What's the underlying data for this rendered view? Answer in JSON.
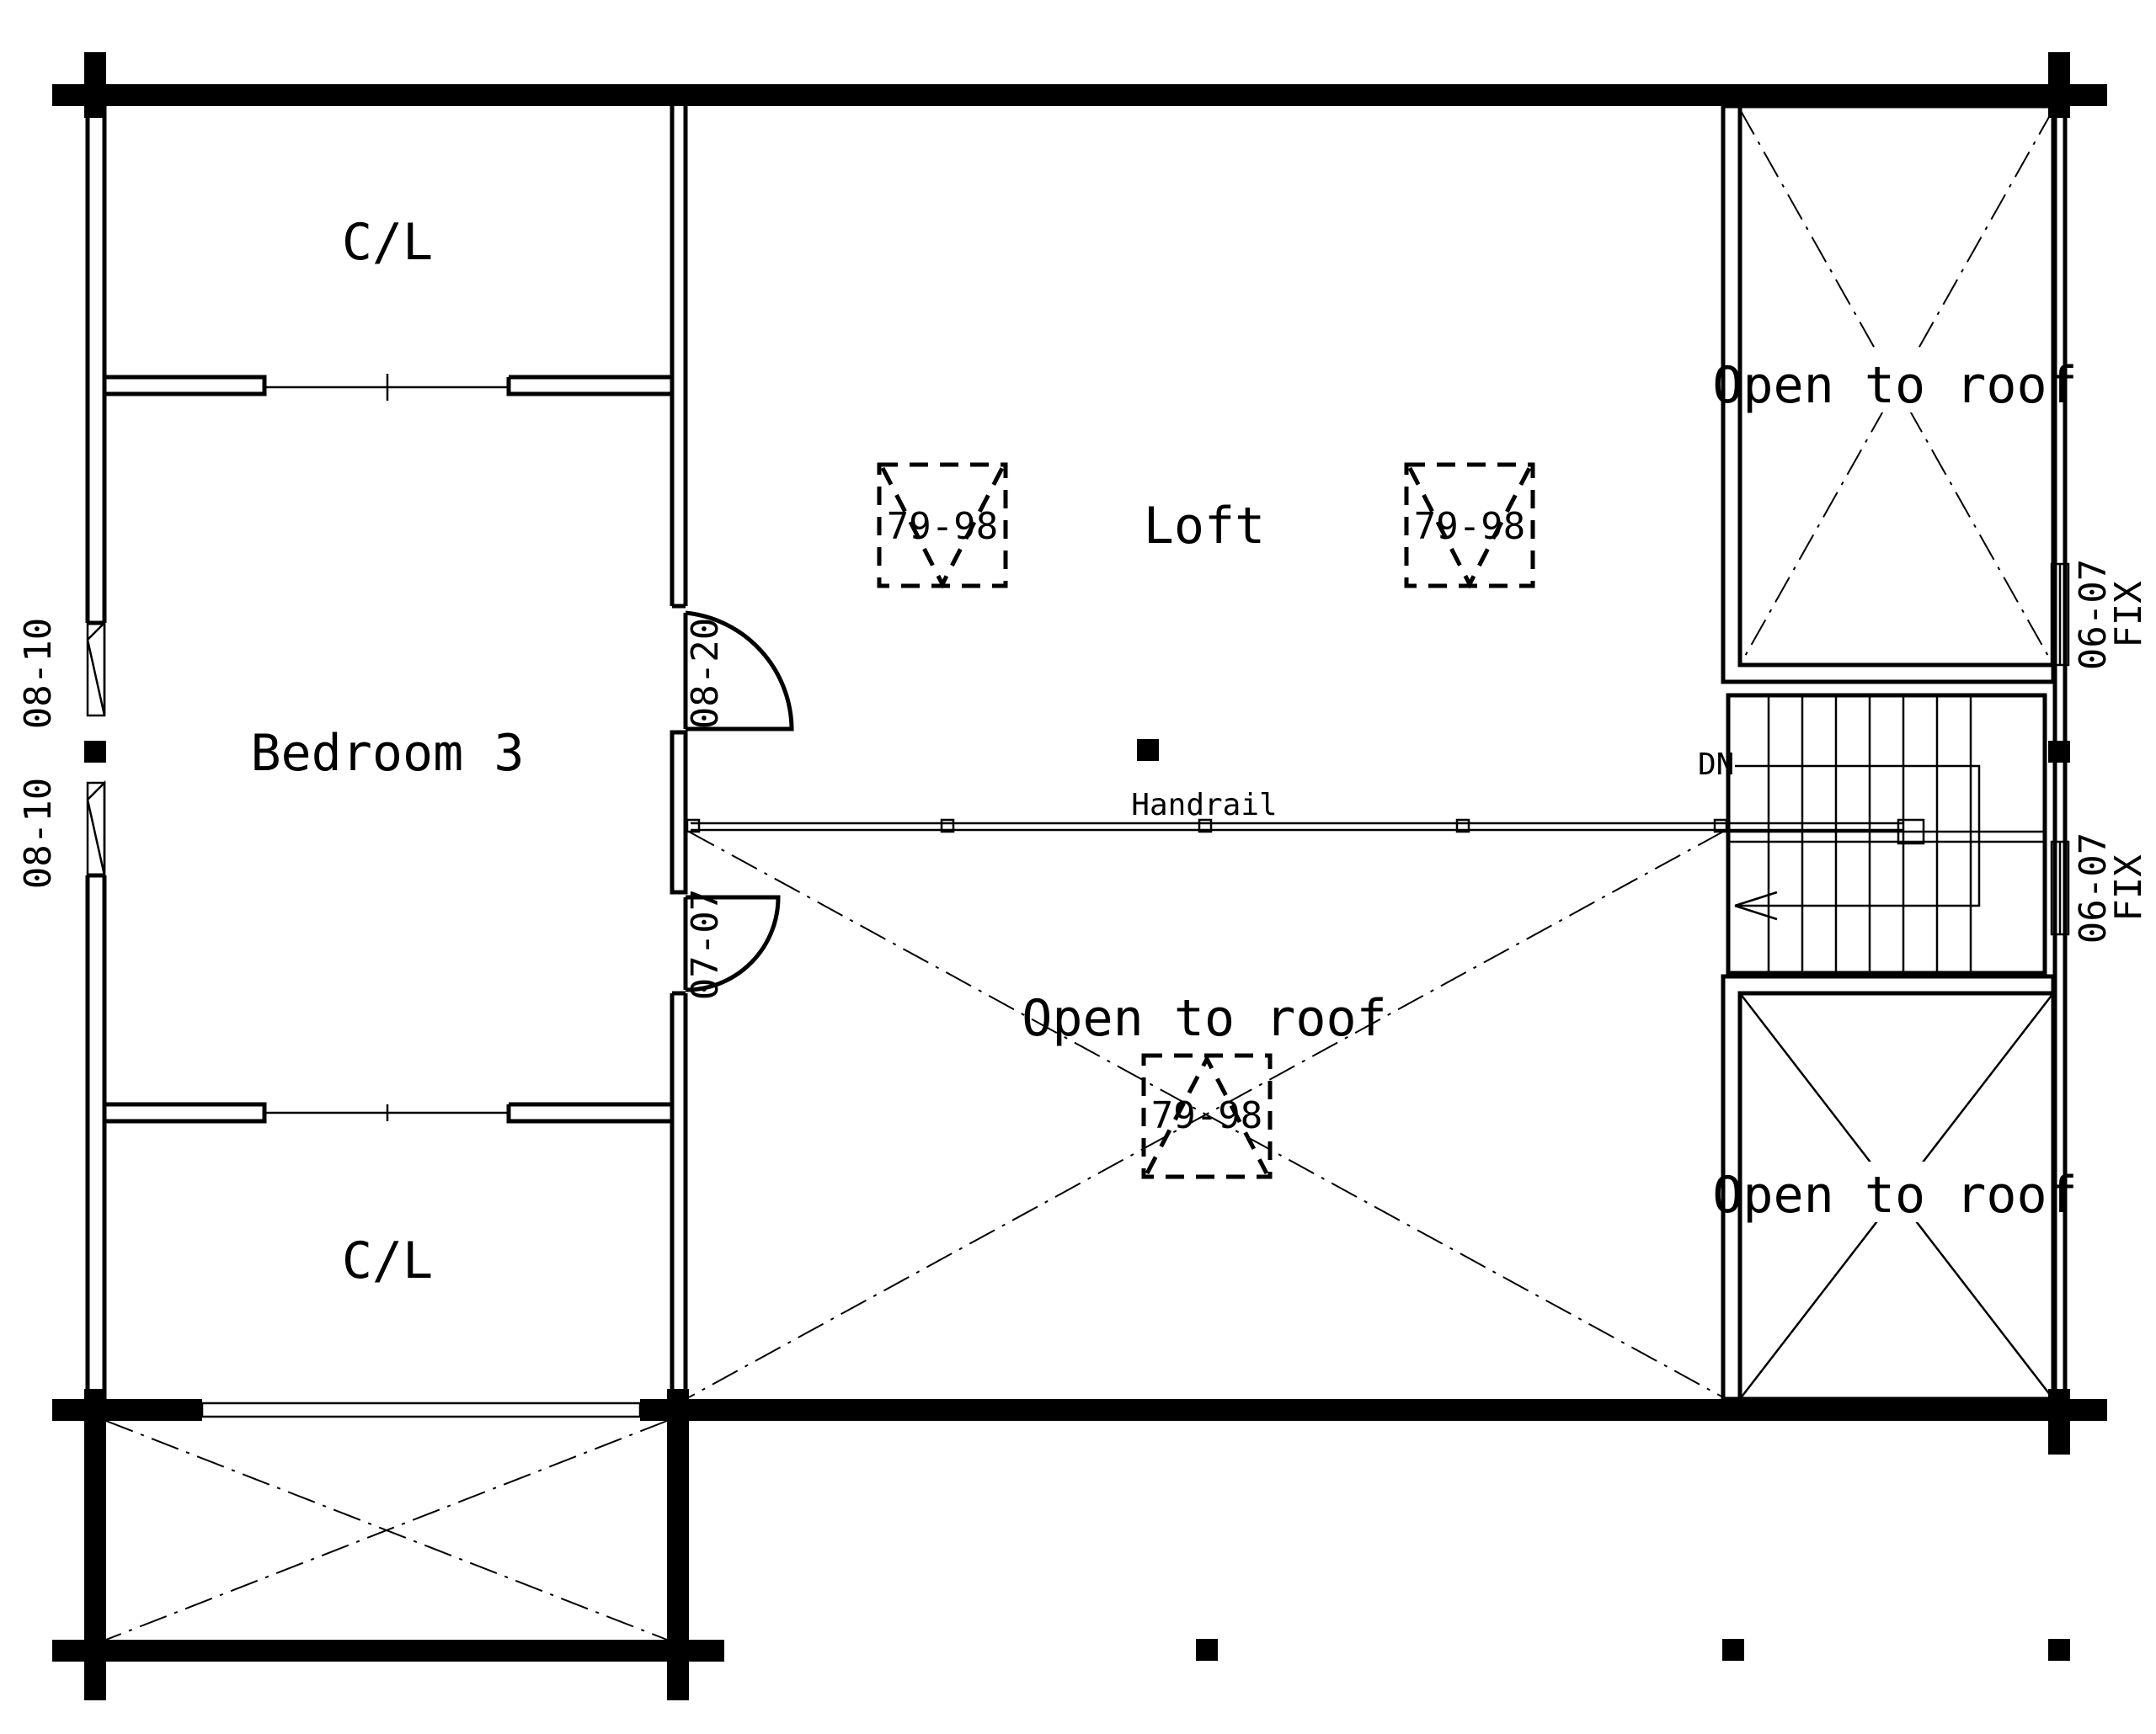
{
  "rooms": {
    "closet_top": "C/L",
    "closet_bottom": "C/L",
    "bedroom": "Bedroom 3",
    "loft": "Loft",
    "open_roof_center": "Open to roof",
    "open_roof_right_top": "Open to roof",
    "open_roof_right_bottom": "Open to roof"
  },
  "annotations": {
    "handrail": "Handrail",
    "stair_direction": "DN"
  },
  "skylights": [
    {
      "code": "79-98"
    },
    {
      "code": "79-98"
    },
    {
      "code": "79-98"
    }
  ],
  "window_codes": {
    "bedroom_upper": "08-10",
    "bedroom_lower": "08-10",
    "right_upper": "06-07",
    "right_upper_type": "FIX",
    "right_lower": "06-07",
    "right_lower_type": "FIX"
  },
  "door_codes": {
    "bedroom_door": "08-20",
    "closet_door": "07-07"
  }
}
